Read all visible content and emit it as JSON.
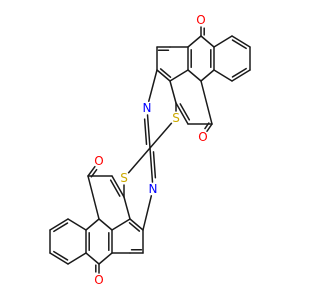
{
  "atom_colors": {
    "O": "#ff0000",
    "N": "#0000ff",
    "S": "#ccaa00",
    "C": "#1a1a1a"
  },
  "atoms": [
    {
      "id": "O1",
      "element": "O"
    },
    {
      "id": "O2",
      "element": "O"
    },
    {
      "id": "O3",
      "element": "O"
    },
    {
      "id": "O4",
      "element": "O"
    },
    {
      "id": "N1",
      "element": "N"
    },
    {
      "id": "N2",
      "element": "N"
    },
    {
      "id": "S1",
      "element": "S"
    },
    {
      "id": "S2",
      "element": "S"
    }
  ]
}
